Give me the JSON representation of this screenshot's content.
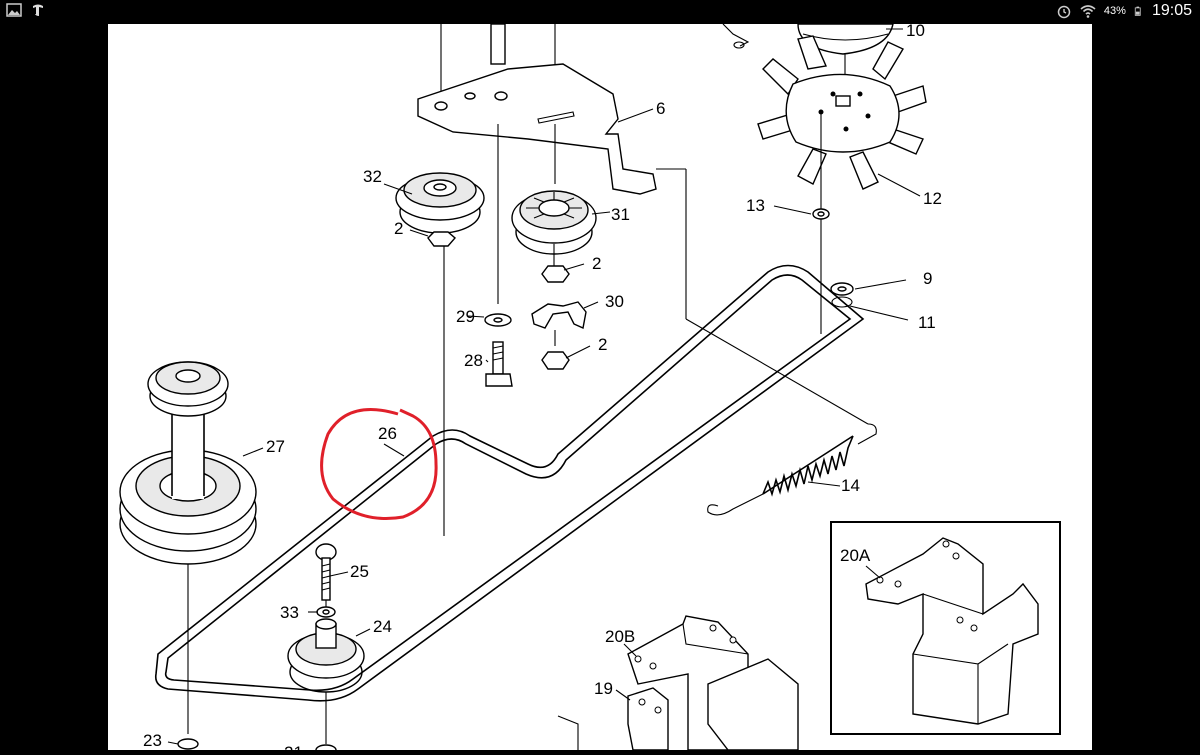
{
  "status_bar": {
    "battery_percent": "43%",
    "time": "19:05",
    "icons": [
      "gallery-icon",
      "nyt-logo-icon",
      "alarm-icon",
      "wifi-icon",
      "battery-icon"
    ]
  },
  "diagram": {
    "callouts": {
      "p10": "10",
      "p6": "6",
      "p32": "32",
      "p2a": "2",
      "p31": "31",
      "p12": "12",
      "p13": "13",
      "p2b": "2",
      "p9": "9",
      "p29": "29",
      "p30": "30",
      "p11": "11",
      "p28": "28",
      "p2c": "2",
      "p27": "27",
      "p26": "26",
      "p14": "14",
      "p25": "25",
      "p20a": "20A",
      "p33": "33",
      "p24": "24",
      "p20b": "20B",
      "p19": "19",
      "p23": "23",
      "p21": "21"
    },
    "highlight_color": "#e0202a"
  }
}
